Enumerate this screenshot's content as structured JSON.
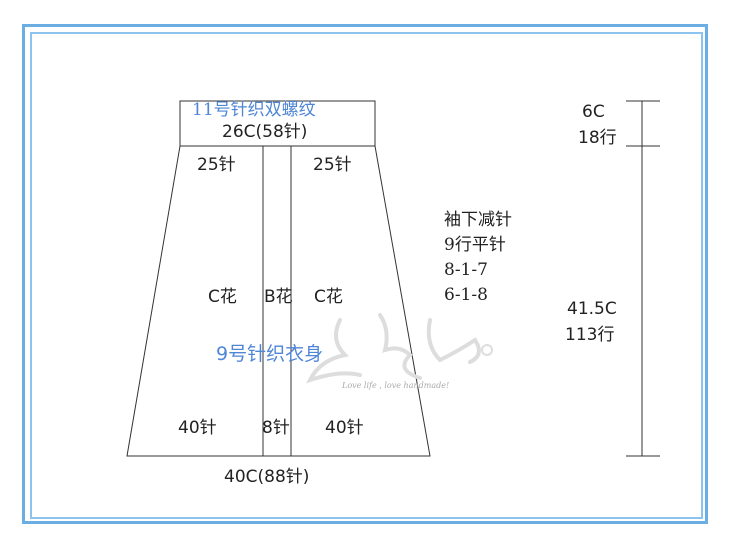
{
  "diagram": {
    "band_title": "11号针织双螺纹",
    "band_width": "26C(58针)",
    "left_panel_top": "25针",
    "right_panel_top": "25针",
    "center_left_pattern": "C花",
    "center_mid_pattern": "B花",
    "center_right_pattern": "C花",
    "body_title": "9号针织衣身",
    "bottom_left": "40针",
    "bottom_mid": "8针",
    "bottom_right": "40针",
    "bottom_width": "40C(88针)",
    "shaping_title": "袖下减针",
    "shaping_line1": "9行平针",
    "shaping_line2": "8-1-7",
    "shaping_line3": "6-1-8",
    "band_height_cm": "6C",
    "band_height_rows": "18行",
    "body_height_cm": "41.5C",
    "body_height_rows": "113行"
  },
  "watermark": {
    "caption": "Love life , love handmade!"
  },
  "colors": {
    "frame_outer": "#6aaee4",
    "frame_inner": "#8cc3ef",
    "line": "#333333",
    "blue_text": "#4f86d6"
  }
}
